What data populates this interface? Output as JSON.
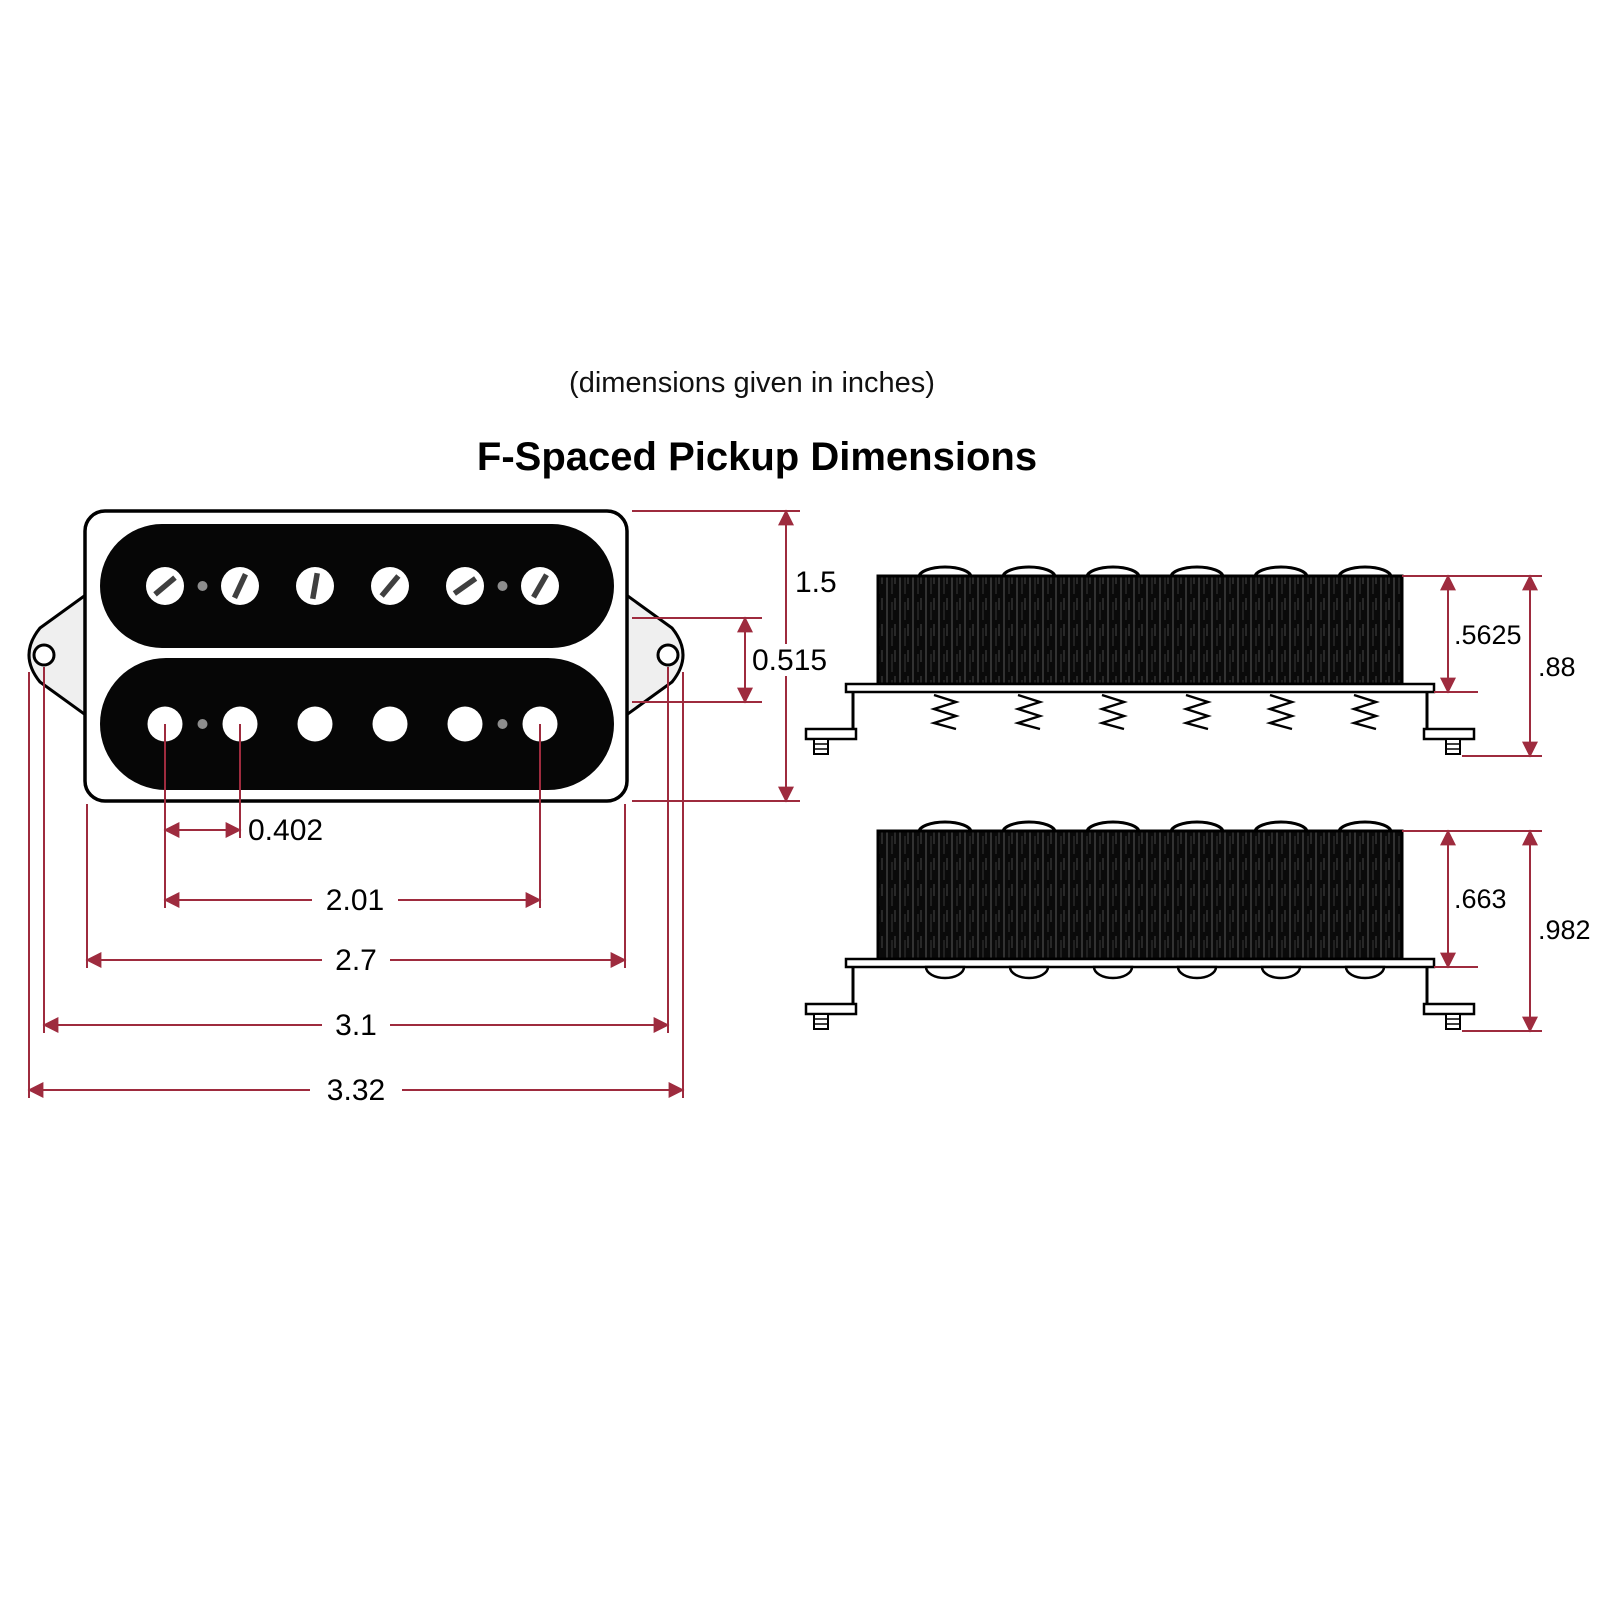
{
  "header": {
    "note": "(dimensions given in inches)",
    "title": "F-Spaced Pickup Dimensions"
  },
  "front_view": {
    "dims": {
      "overall_height": "1.5",
      "row_spacing": "0.515",
      "pole_spacing": "0.402",
      "pole_span": "2.01",
      "body_width": "2.7",
      "mounting_hole_span": "3.1",
      "overall_width": "3.32"
    }
  },
  "side_view_top": {
    "dims": {
      "coil_height": ".5625",
      "overall_height": ".88"
    }
  },
  "side_view_bottom": {
    "dims": {
      "coil_height": ".663",
      "overall_height": ".982"
    }
  },
  "colors": {
    "dimension_line": "#9e2b3e",
    "ink": "#000000",
    "background": "#ffffff"
  }
}
